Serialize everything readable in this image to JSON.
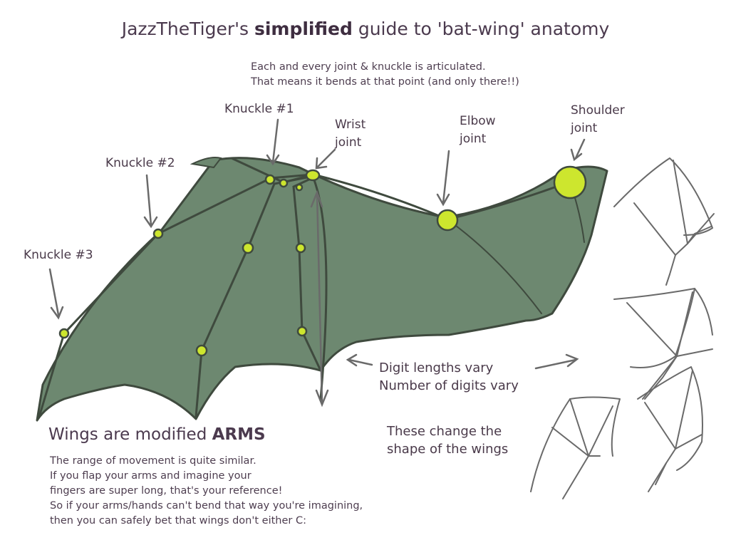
{
  "title": {
    "prefix": "JazzTheTiger's ",
    "bold": "simplified",
    "suffix": " guide to 'bat-wing' anatomy"
  },
  "note": {
    "line1": "Each and every joint & knuckle is articulated.",
    "line2": "That means it bends at that point (and only there!!)"
  },
  "labels": {
    "knuckle1": "Knuckle #1",
    "knuckle2": "Knuckle #2",
    "knuckle3": "Knuckle #3",
    "wrist_line1": "Wrist",
    "wrist_line2": "joint",
    "elbow_line1": "Elbow",
    "elbow_line2": "joint",
    "shoulder_line1": "Shoulder",
    "shoulder_line2": "joint"
  },
  "digits": {
    "line1": "Digit lengths vary",
    "line2": "Number of digits vary"
  },
  "shape": {
    "line1": "These change the",
    "line2": "shape of the wings"
  },
  "arms": {
    "prefix": "Wings are modified ",
    "bold": "ARMS",
    "lines": [
      "The range of movement is quite similar.",
      "If you flap your arms and imagine your",
      "fingers are super long, that's your reference!",
      "So if your arms/hands can't bend that way you're imagining,",
      "then you can safely bet that wings don't either C:"
    ]
  },
  "colors": {
    "membrane": "#6d8870",
    "bone": "#3f4a3e",
    "joint": "#cde62e",
    "text": "#4a3a4a"
  }
}
